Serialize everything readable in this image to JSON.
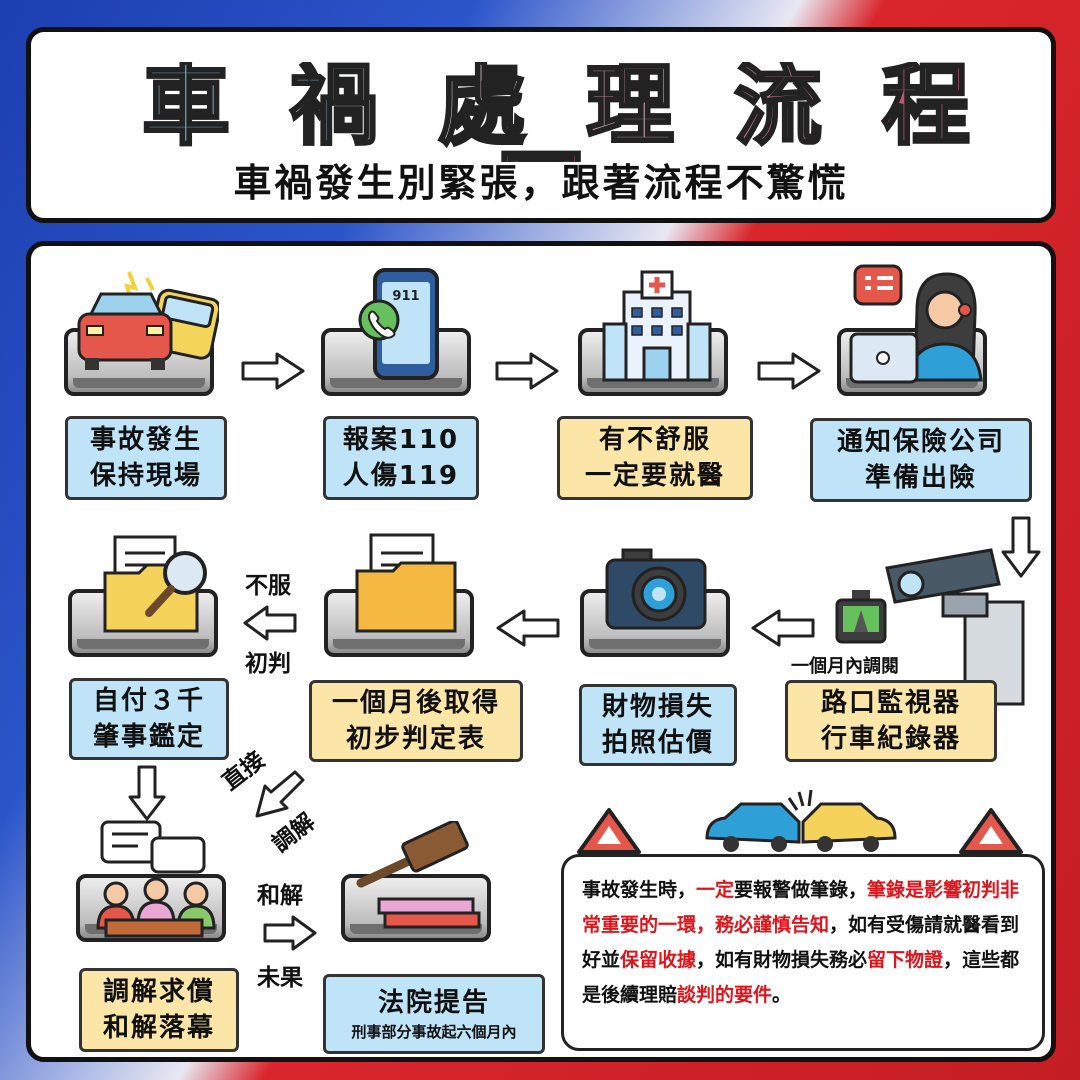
{
  "header": {
    "title_chars": [
      "車",
      "禍",
      "處",
      "理",
      "流",
      "程",
      "圖"
    ],
    "title_colors": [
      "#7fc3e5",
      "#b9dcef",
      "#e6d2dc",
      "#d3a7b8",
      "#c07b91",
      "#bd5673",
      "#c3384c"
    ],
    "subtitle": "車禍發生別緊張，跟著流程不驚慌"
  },
  "steps": {
    "s1": {
      "line1": "事故發生",
      "line2": "保持現場",
      "color": "#bfe3f7"
    },
    "s2": {
      "line1": "報案110",
      "line2": "人傷119",
      "color": "#bfe3f7"
    },
    "s3": {
      "line1": "有不舒服",
      "line2": "一定要就醫",
      "color": "#fbe6a8"
    },
    "s4": {
      "line1": "通知保險公司",
      "line2": "準備出險",
      "color": "#bfe3f7"
    },
    "s5": {
      "line1": "路口監視器",
      "line2": "行車紀錄器",
      "color": "#fbe6a8"
    },
    "s6": {
      "line1": "財物損失",
      "line2": "拍照估價",
      "color": "#bfe3f7"
    },
    "s7": {
      "line1": "一個月後取得",
      "line2": "初步判定表",
      "color": "#fbe6a8"
    },
    "s8": {
      "line1": "自付３千",
      "line2": "肇事鑑定",
      "color": "#bfe3f7"
    },
    "s9": {
      "line1": "調解求償",
      "line2": "和解落幕",
      "color": "#fbe6a8"
    },
    "s10": {
      "line1": "法院提告",
      "line2": "刑事部分事故起六個月內",
      "color": "#bfe3f7"
    }
  },
  "annotations": {
    "within_month": "一個月內調閱",
    "not_accept": "不服",
    "first_judgement": "初判",
    "direct": "直接",
    "mediation": "調解",
    "settle": "和解",
    "failed": "未果",
    "phone_number": "911"
  },
  "note": {
    "segments": [
      {
        "text": "事故發生時，",
        "red": false
      },
      {
        "text": "一定",
        "red": true
      },
      {
        "text": "要報警做筆錄，",
        "red": false
      },
      {
        "text": "筆錄是影響初判非常重要的一環，務必謹慎告知",
        "red": true
      },
      {
        "text": "，如有受傷請就醫看到好並",
        "red": false
      },
      {
        "text": "保留收據",
        "red": true
      },
      {
        "text": "，如有財物損失務必",
        "red": false
      },
      {
        "text": "留下物證",
        "red": true
      },
      {
        "text": "，這些都是後續理賠",
        "red": false
      },
      {
        "text": "談判的要件",
        "red": true
      },
      {
        "text": "。",
        "red": false
      }
    ]
  },
  "icons": {
    "crash": "car-crash-icon",
    "phone": "phone-call-icon",
    "hospital": "hospital-icon",
    "agent": "call-center-agent-icon",
    "cctv": "cctv-camera-icon",
    "dashcam": "dashcam-icon",
    "camera": "camera-icon",
    "folder": "document-folder-icon",
    "search_folder": "search-folder-icon",
    "meeting": "mediation-meeting-icon",
    "gavel": "gavel-icon",
    "warning": "warning-triangle-icon"
  }
}
